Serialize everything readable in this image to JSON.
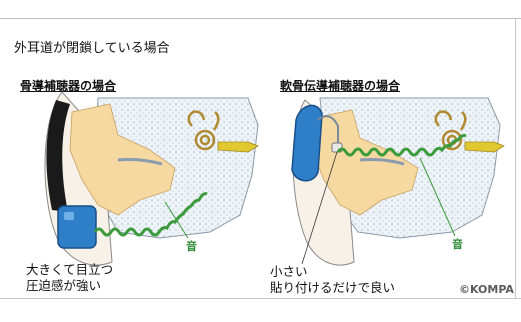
{
  "heading": "外耳道が閉鎖している場合",
  "left_panel": {
    "title": "骨導補聴器の場合",
    "sound_label": "音",
    "note_line1": "大きくて目立つ",
    "note_line2": "圧迫感が強い"
  },
  "right_panel": {
    "title": "軟骨伝導補聴器の場合",
    "sound_label": "音",
    "note_line1": "小さい",
    "note_line2": "貼り付けるだけで良い"
  },
  "copyright": "©KOMPA",
  "colors": {
    "sound_wave": "#3b9a3b",
    "device_blue": "#2f7fc8",
    "skin_tissue": "#f5d9a0",
    "nerve_yellow": "#e2c830"
  }
}
